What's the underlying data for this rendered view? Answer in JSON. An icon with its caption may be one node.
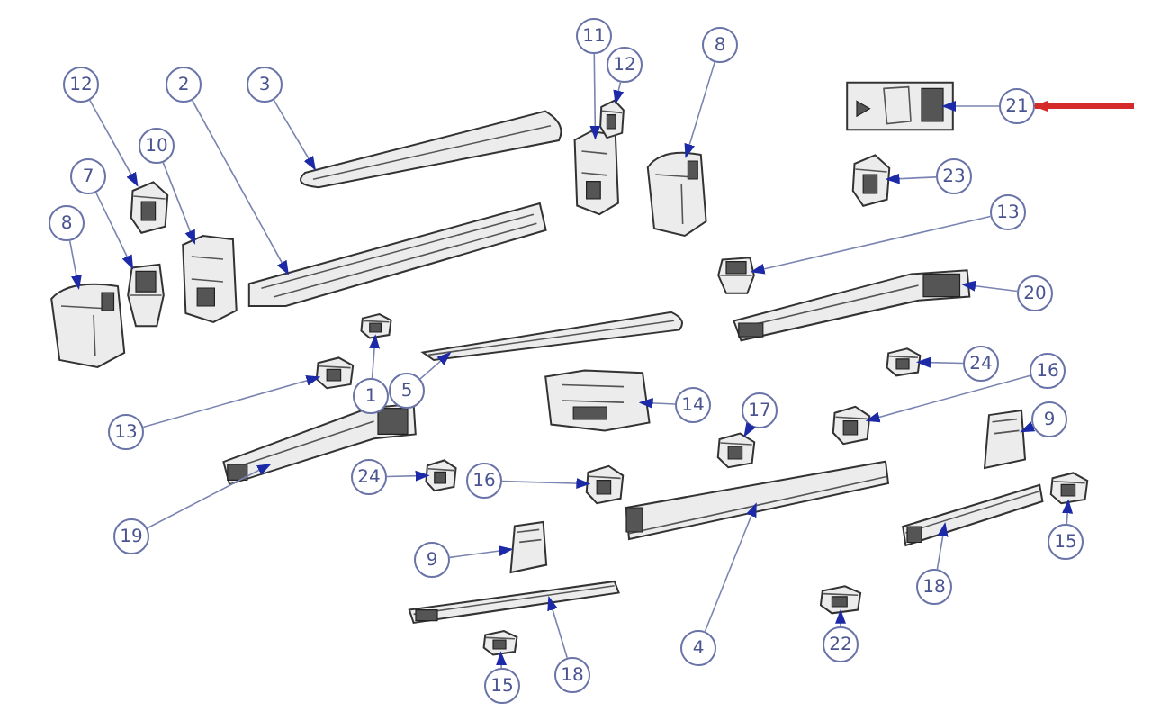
{
  "diagram": {
    "nodes": [
      {
        "text": [
          "11"
        ]
      },
      {
        "text": [],
        "shape": "picture"
      },
      {
        "text": [
          "8"
        ]
      },
      {
        "text": [],
        "shape": "picture"
      },
      {
        "text": [
          "12"
        ]
      },
      {
        "text": [],
        "shape": "picture"
      },
      {
        "text": [
          "3"
        ]
      },
      {
        "text": [],
        "shape": "picture"
      },
      {
        "text": [
          "2"
        ]
      },
      {
        "text": [],
        "shape": "picture"
      },
      {
        "text": [
          "12"
        ]
      },
      {
        "text": [],
        "shape": "picture"
      },
      {
        "text": [
          "10"
        ]
      },
      {
        "text": [],
        "shape": "picture"
      },
      {
        "text": [
          "7"
        ]
      },
      {
        "text": [],
        "shape": "picture"
      },
      {
        "text": [
          "8"
        ]
      },
      {
        "text": [],
        "shape": "picture"
      },
      {
        "text": [
          "21"
        ]
      },
      {
        "text": [],
        "shape": "picture"
      },
      {
        "text": [
          "23"
        ]
      },
      {
        "text": [],
        "shape": "picture"
      },
      {
        "text": [
          "13"
        ]
      },
      {
        "text": [],
        "shape": "picture"
      },
      {
        "text": [
          "20"
        ]
      },
      {
        "text": [],
        "shape": "picture"
      },
      {
        "text": [
          "24"
        ]
      },
      {
        "text": [],
        "shape": "picture"
      },
      {
        "text": [
          "13"
        ]
      },
      {
        "text": [],
        "shape": "picture"
      },
      {
        "text": [
          "1"
        ]
      },
      {
        "text": [],
        "shape": "picture"
      },
      {
        "text": [
          "5"
        ]
      },
      {
        "text": [],
        "shape": "picture"
      },
      {
        "text": [
          "14"
        ]
      },
      {
        "text": [],
        "shape": "picture"
      },
      {
        "text": [
          "17"
        ]
      },
      {
        "text": [],
        "shape": "picture"
      },
      {
        "text": [
          "16"
        ]
      },
      {
        "text": [],
        "shape": "picture"
      },
      {
        "text": [
          "16"
        ]
      },
      {
        "text": [],
        "shape": "picture"
      },
      {
        "text": [
          "9"
        ]
      },
      {
        "text": [],
        "shape": "picture"
      },
      {
        "text": [
          "24"
        ]
      },
      {
        "text": [],
        "shape": "picture"
      },
      {
        "text": [
          "19"
        ]
      },
      {
        "text": [],
        "shape": "picture"
      },
      {
        "text": [
          "4"
        ]
      },
      {
        "text": [],
        "shape": "picture"
      },
      {
        "text": [
          "9"
        ]
      },
      {
        "text": [],
        "shape": "picture"
      },
      {
        "text": [
          "18"
        ]
      },
      {
        "text": [],
        "shape": "picture"
      },
      {
        "text": [
          "15"
        ]
      },
      {
        "text": [],
        "shape": "picture"
      },
      {
        "text": [
          "15"
        ]
      },
      {
        "text": [],
        "shape": "picture"
      },
      {
        "text": [
          "22"
        ]
      },
      {
        "text": [],
        "shape": "picture"
      },
      {
        "text": [
          "18"
        ]
      },
      {
        "text": [],
        "shape": "picture"
      }
    ],
    "edges": [
      {
        "from": 0,
        "to": 1,
        "arrow": "to"
      },
      {
        "from": 2,
        "to": 3,
        "arrow": "to"
      },
      {
        "from": 4,
        "to": 5,
        "arrow": "to"
      },
      {
        "from": 6,
        "to": 7,
        "arrow": "to"
      },
      {
        "from": 8,
        "to": 9,
        "arrow": "to"
      },
      {
        "from": 10,
        "to": 11,
        "arrow": "to"
      },
      {
        "from": 12,
        "to": 13,
        "arrow": "to"
      },
      {
        "from": 14,
        "to": 15,
        "arrow": "to"
      },
      {
        "from": 16,
        "to": 17,
        "arrow": "to"
      },
      {
        "from": 18,
        "to": 19,
        "arrow": "to"
      },
      {
        "from": null,
        "to": 18,
        "arrow": "to",
        "style": "thick",
        "color": "#d42a2a"
      },
      {
        "from": 20,
        "to": 21,
        "arrow": "to"
      },
      {
        "from": 22,
        "to": 23,
        "arrow": "to"
      },
      {
        "from": 24,
        "to": 25,
        "arrow": "to"
      },
      {
        "from": 26,
        "to": 27,
        "arrow": "to"
      },
      {
        "from": 28,
        "to": 29,
        "arrow": "to"
      },
      {
        "from": 30,
        "to": 31,
        "arrow": "to"
      },
      {
        "from": 32,
        "to": 33,
        "arrow": "to"
      },
      {
        "from": 34,
        "to": 35,
        "arrow": "to"
      },
      {
        "from": 36,
        "to": 37,
        "arrow": "to"
      },
      {
        "from": 38,
        "to": 39,
        "arrow": "to"
      },
      {
        "from": 40,
        "to": 41,
        "arrow": "to"
      },
      {
        "from": 42,
        "to": 43,
        "arrow": "to"
      },
      {
        "from": 44,
        "to": 45,
        "arrow": "to"
      },
      {
        "from": 46,
        "to": 47,
        "arrow": "to"
      },
      {
        "from": 48,
        "to": 49,
        "arrow": "to"
      },
      {
        "from": 50,
        "to": 51,
        "arrow": "to"
      },
      {
        "from": 52,
        "to": 53,
        "arrow": "to"
      },
      {
        "from": 54,
        "to": 55,
        "arrow": "to"
      },
      {
        "from": 56,
        "to": 57,
        "arrow": "to"
      },
      {
        "from": 58,
        "to": 59,
        "arrow": "to"
      },
      {
        "from": 60,
        "to": 61,
        "arrow": "to"
      }
    ]
  }
}
